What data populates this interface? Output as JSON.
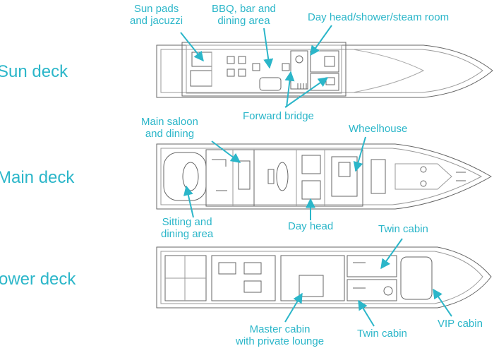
{
  "decks": {
    "sun": "Sun deck",
    "main": "Main deck",
    "lower": "ower deck"
  },
  "callouts": {
    "sun_pads": [
      "Sun pads",
      "and jacuzzi"
    ],
    "bbq": [
      "BBQ, bar and",
      "dining area"
    ],
    "day_head_shower": "Day head/shower/steam room",
    "forward_bridge": "Forward bridge",
    "main_saloon": [
      "Main saloon",
      "and dining"
    ],
    "wheelhouse": "Wheelhouse",
    "sitting_dining": [
      "Sitting and",
      "dining area"
    ],
    "day_head": "Day head",
    "twin_cabin_top": "Twin cabin",
    "master_cabin": [
      "Master cabin",
      "with private lounge"
    ],
    "twin_cabin_bottom": "Twin cabin",
    "vip_cabin": "VIP cabin"
  },
  "colors": {
    "accent": "#2bb6c9",
    "line": "#555555"
  }
}
